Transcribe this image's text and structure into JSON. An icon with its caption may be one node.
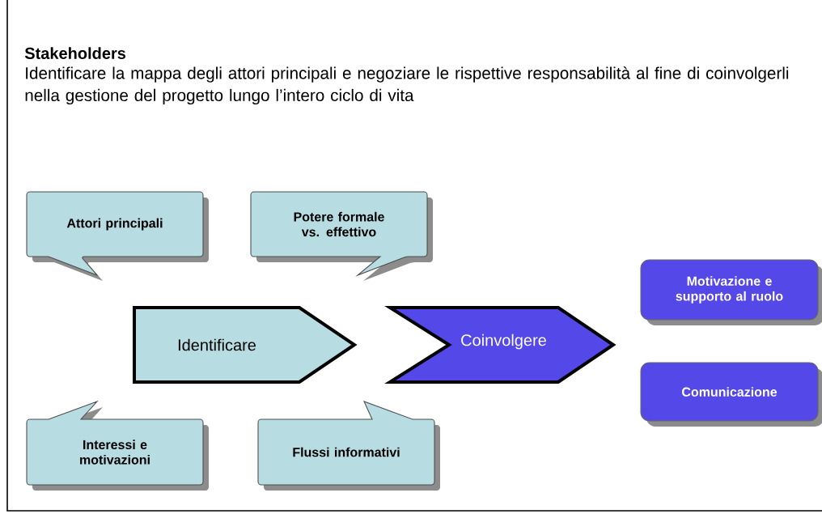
{
  "diagram": {
    "title": "Stakeholders",
    "nodes": [
      {
        "text": [
          "Attori principali"
        ]
      },
      {
        "text": [
          "Potere formale vs. effettivo"
        ]
      },
      {
        "text": [
          "Identificare"
        ]
      },
      {
        "text": [
          "Coinvolgere"
        ]
      },
      {
        "text": [
          "Motivazione e supporto al ruolo"
        ]
      },
      {
        "text": [
          "Interessi e motivazioni"
        ]
      },
      {
        "text": [
          "Flussi informativi"
        ]
      },
      {
        "text": [
          "Comunicazione"
        ]
      }
    ],
    "labels": [
      "Identificare la mappa degli attori principali e negoziare le rispettive responsabilità al fine di coinvolgerli nella gestione del progetto lungo l’intero ciclo di vita"
    ]
  }
}
